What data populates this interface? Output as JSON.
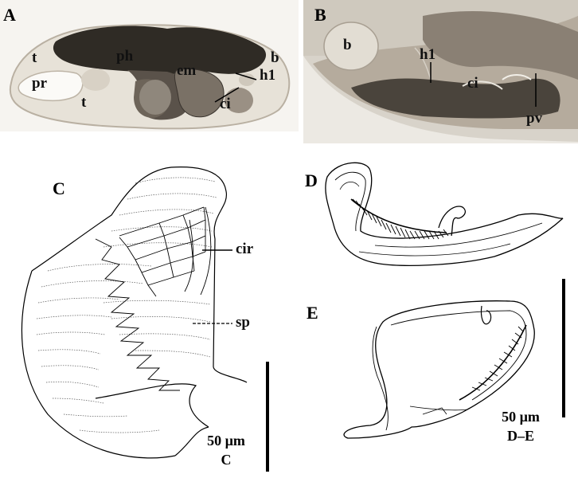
{
  "panels": {
    "A": {
      "letter": "A",
      "labels": {
        "t_upper": "t",
        "ph": "ph",
        "pr": "pr",
        "t_lower": "t",
        "em": "em",
        "b": "b",
        "h1": "h1",
        "ci": "ci"
      }
    },
    "B": {
      "letter": "B",
      "labels": {
        "b": "b",
        "h1": "h1",
        "ci": "ci",
        "pv": "pv"
      }
    },
    "C": {
      "letter": "C",
      "labels": {
        "cir": "cir",
        "sp": "sp"
      },
      "scale_value": "50 µm",
      "scale_panel": "C"
    },
    "D": {
      "letter": "D"
    },
    "E": {
      "letter": "E"
    },
    "DE_scale": {
      "scale_value": "50 µm",
      "scale_panel": "D–E"
    }
  },
  "colors": {
    "photo_bg_A": "#f4f2ee",
    "photo_bg_B": "#d9d4cc",
    "tissue_dark": "#2b2822",
    "tissue_mid": "#8a8278",
    "line": "#000000"
  }
}
